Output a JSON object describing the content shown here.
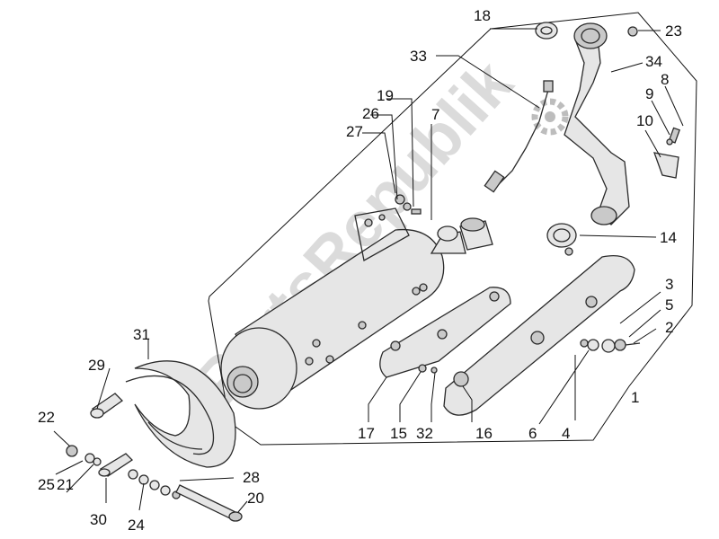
{
  "diagram": {
    "watermark": "PartsRepublik",
    "callouts": [
      {
        "id": "c1",
        "label": "1"
      },
      {
        "id": "c2",
        "label": "2"
      },
      {
        "id": "c3",
        "label": "3"
      },
      {
        "id": "c4",
        "label": "4"
      },
      {
        "id": "c5",
        "label": "5"
      },
      {
        "id": "c6",
        "label": "6"
      },
      {
        "id": "c7",
        "label": "7"
      },
      {
        "id": "c8",
        "label": "8"
      },
      {
        "id": "c9",
        "label": "9"
      },
      {
        "id": "c10",
        "label": "10"
      },
      {
        "id": "c14",
        "label": "14"
      },
      {
        "id": "c15",
        "label": "15"
      },
      {
        "id": "c16",
        "label": "16"
      },
      {
        "id": "c17",
        "label": "17"
      },
      {
        "id": "c18",
        "label": "18"
      },
      {
        "id": "c19",
        "label": "19"
      },
      {
        "id": "c20",
        "label": "20"
      },
      {
        "id": "c21",
        "label": "21"
      },
      {
        "id": "c22",
        "label": "22"
      },
      {
        "id": "c23",
        "label": "23"
      },
      {
        "id": "c24",
        "label": "24"
      },
      {
        "id": "c25",
        "label": "25"
      },
      {
        "id": "c26",
        "label": "26"
      },
      {
        "id": "c27",
        "label": "27"
      },
      {
        "id": "c28",
        "label": "28"
      },
      {
        "id": "c29",
        "label": "29"
      },
      {
        "id": "c30",
        "label": "30"
      },
      {
        "id": "c31",
        "label": "31"
      },
      {
        "id": "c32",
        "label": "32"
      },
      {
        "id": "c33",
        "label": "33"
      },
      {
        "id": "c34",
        "label": "34"
      }
    ]
  }
}
